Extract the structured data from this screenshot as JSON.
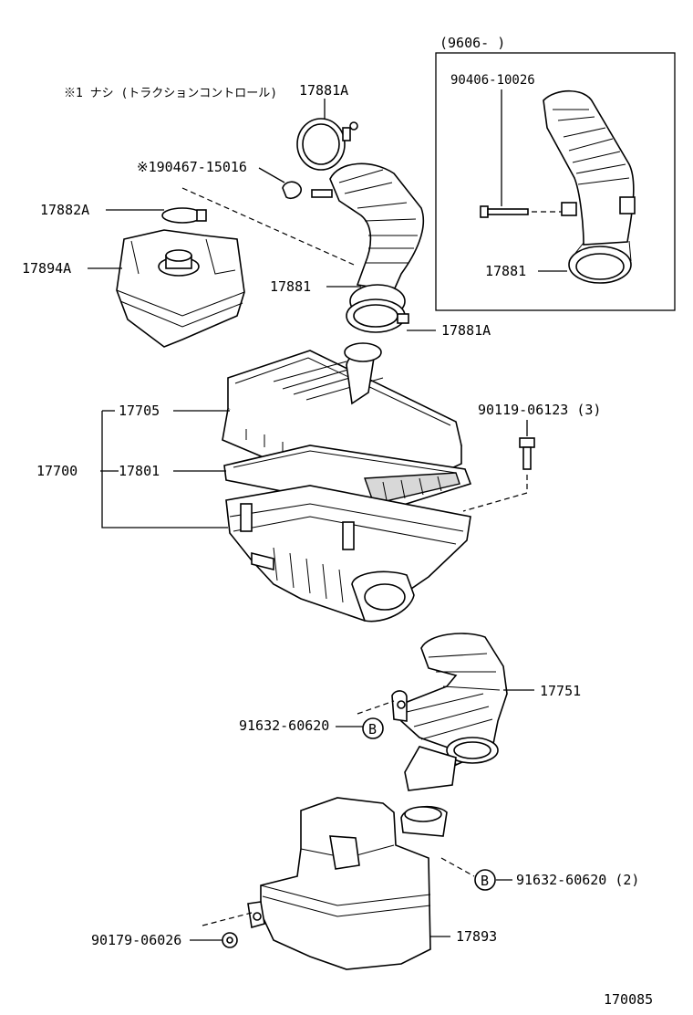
{
  "note": "※1 ナシ (トラクションコントロール)",
  "inset": {
    "date_range": "(9606-        )",
    "part_bolt": "90406-10026",
    "part_hose": "17881"
  },
  "labels": {
    "p17881A_top": "17881A",
    "p190467": "※190467-15016",
    "p17882A": "17882A",
    "p17894A": "17894A",
    "p17881": "17881",
    "p17881A_bottom": "17881A",
    "p17705": "17705",
    "p90119": "90119-06123 (3)",
    "p17700": "17700",
    "p17801": "17801",
    "p17751": "17751",
    "p91632_a": "91632-60620",
    "b_marker_a": "B",
    "b_marker_b": "B",
    "p91632_b": "91632-60620 (2)",
    "p90179": "90179-06026",
    "p17893": "17893",
    "diagram_number": "170085"
  }
}
